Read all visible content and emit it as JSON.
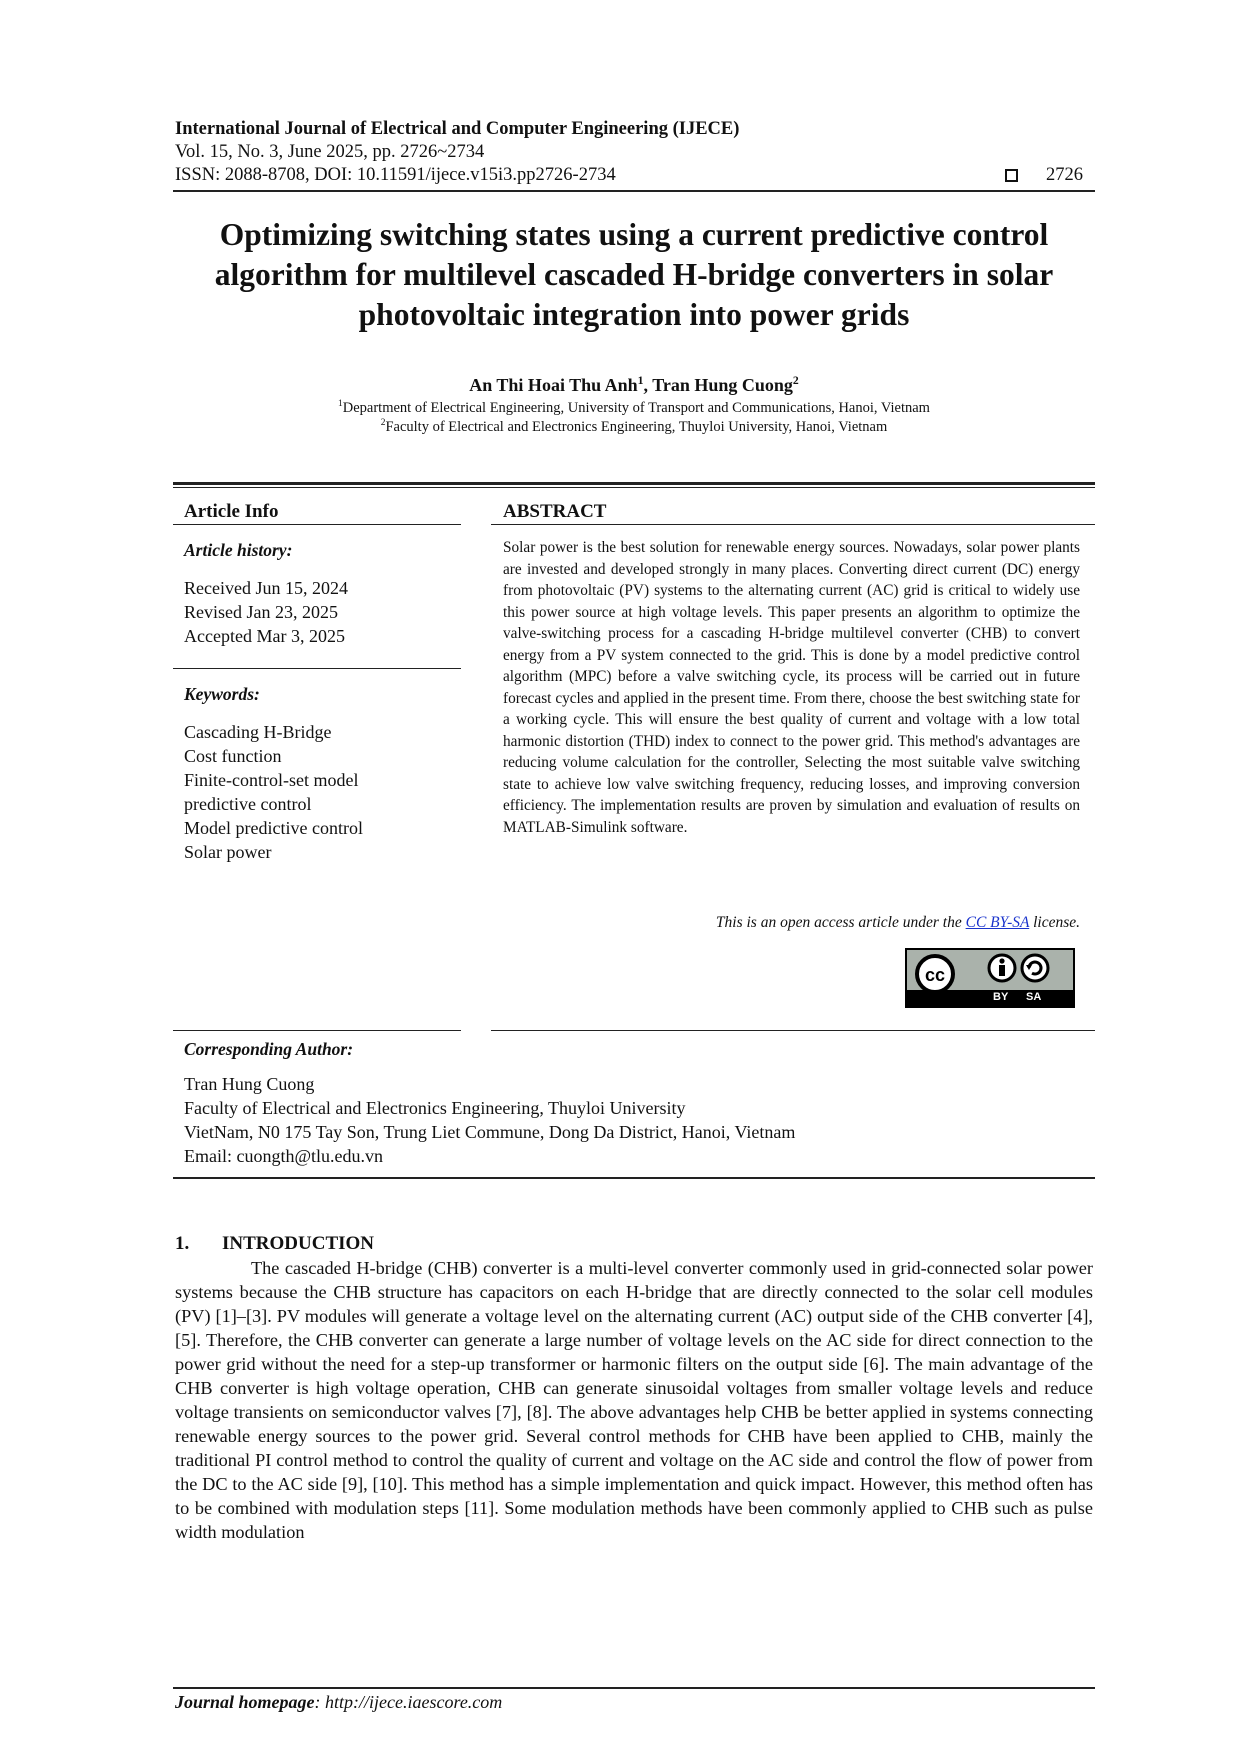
{
  "journal": {
    "name": "International Journal of Electrical and Computer Engineering (IJECE)",
    "volume_line": "Vol. 15, No. 3, June 2025, pp. 2726~2734",
    "issn_line": "ISSN: 2088-8708, DOI: 10.11591/ijece.v15i3.pp2726-2734",
    "page_number": "2726"
  },
  "title": "Optimizing switching states using a current predictive control algorithm for multilevel cascaded H-bridge converters in solar photovoltaic integration into power grids",
  "authors": {
    "author1": "An Thi Hoai Thu Anh",
    "author1_sup": "1",
    "separator": ", ",
    "author2": "Tran Hung Cuong",
    "author2_sup": "2"
  },
  "affiliations": [
    {
      "sup": "1",
      "text": "Department of Electrical Engineering, University of Transport and Communications, Hanoi, Vietnam"
    },
    {
      "sup": "2",
      "text": "Faculty of Electrical and Electronics Engineering, Thuyloi University, Hanoi, Vietnam"
    }
  ],
  "article_info": {
    "heading": "Article Info",
    "history_heading": "Article history:",
    "received": "Received Jun 15, 2024",
    "revised": "Revised Jan 23, 2025",
    "accepted": "Accepted Mar 3, 2025",
    "keywords_heading": "Keywords:",
    "keywords": [
      "Cascading H-Bridge",
      "Cost function",
      "Finite-control-set model",
      "predictive control",
      "Model predictive control",
      "Solar power"
    ]
  },
  "abstract": {
    "heading": "ABSTRACT",
    "text": "Solar power is the best solution for renewable energy sources. Nowadays, solar power plants are invested and developed strongly in many places. Converting direct current (DC) energy from photovoltaic (PV) systems to the alternating current (AC) grid is critical to widely use this power source at high voltage levels. This paper presents an algorithm to optimize the valve-switching process for a cascading H-bridge multilevel converter (CHB) to convert energy from a PV system connected to the grid. This is done by a model predictive control algorithm (MPC) before a valve switching cycle, its process will be carried out in future forecast cycles and applied in the present time. From there, choose the best switching state for a working cycle. This will ensure the best quality of current and voltage with a low total harmonic distortion (THD) index to connect to the power grid. This method's advantages are reducing volume calculation for the controller, Selecting the most suitable valve switching state to achieve low valve switching frequency, reducing losses, and improving conversion efficiency. The implementation results are proven by simulation and evaluation of results on MATLAB-Simulink software.",
    "oa_prefix": "This is an open access article under the ",
    "oa_link": "CC BY-SA",
    "oa_suffix": " license."
  },
  "badge": {
    "cc": "cc",
    "by": "BY",
    "sa": "SA"
  },
  "corresponding": {
    "heading": "Corresponding Author:",
    "name": "Tran Hung Cuong",
    "dept": "Faculty of Electrical and Electronics Engineering, Thuyloi University",
    "address": "VietNam, N0 175 Tay Son, Trung Liet Commune, Dong Da District, Hanoi, Vietnam",
    "email": "Email: cuongth@tlu.edu.vn"
  },
  "introduction": {
    "number": "1.",
    "heading": "INTRODUCTION",
    "text": "The cascaded H-bridge (CHB) converter is a multi-level converter commonly used in grid-connected solar power systems because the CHB structure has capacitors on each H-bridge that are directly connected to the solar cell modules (PV) [1]–[3]. PV modules will generate a voltage level on the alternating current (AC) output side of the CHB converter [4], [5]. Therefore, the CHB converter can generate a large number of voltage levels on the AC side for direct connection to the power grid without the need for a step-up transformer or harmonic filters on the output side [6]. The main advantage of the CHB converter is high voltage operation, CHB can generate sinusoidal voltages from smaller voltage levels and reduce voltage transients on semiconductor valves [7], [8]. The above advantages help CHB be better applied in systems connecting renewable energy sources to the power grid. Several control methods for CHB have been applied to CHB, mainly the traditional PI control method to control the quality of current and voltage on the AC side and control the flow of power from the DC to the AC side [9], [10]. This method has a simple implementation and quick impact. However, this method often has to be combined with modulation steps [11]. Some modulation methods have been commonly applied to CHB such as pulse width modulation"
  },
  "footer": {
    "label": "Journal homepage",
    "colon": ": ",
    "url": "http://ijece.iaescore.com"
  }
}
